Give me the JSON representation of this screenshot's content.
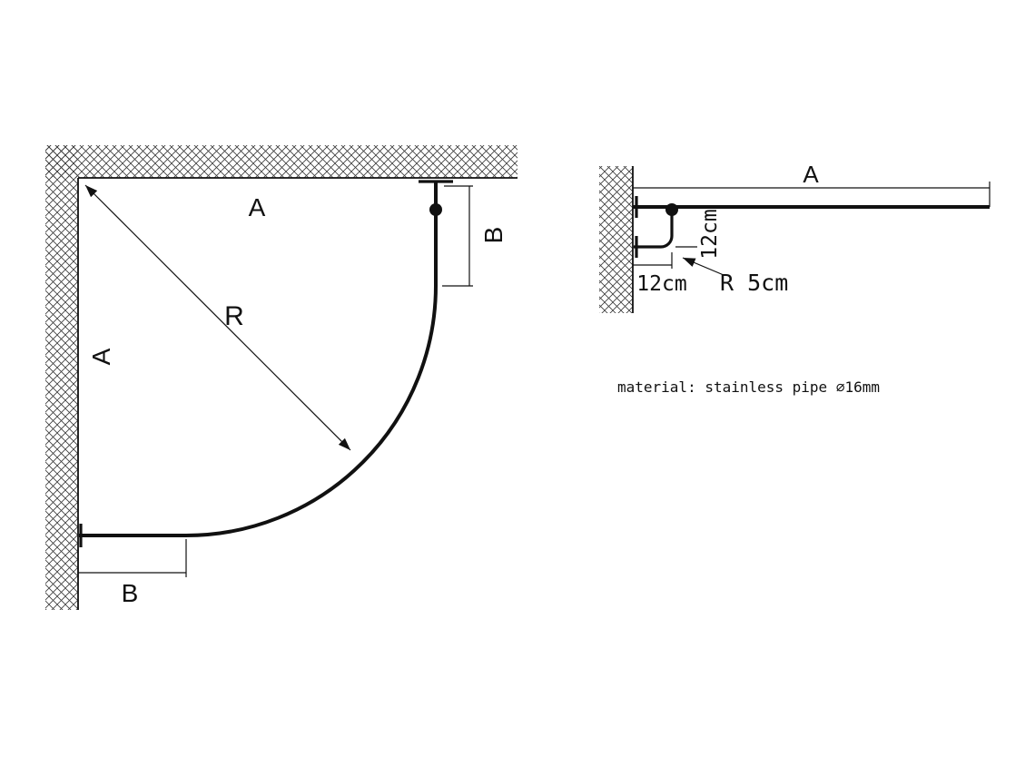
{
  "colors": {
    "line": "#111111",
    "background": "#ffffff"
  },
  "plan_view": {
    "dim_a_top": "A",
    "dim_a_left": "A",
    "radius_label": "R",
    "dim_b_right": "B",
    "dim_b_bottom": "B"
  },
  "side_view": {
    "dim_a": "A",
    "dim_12_vertical": "12cm",
    "dim_12_horizontal": "12cm",
    "radius_label": "R 5cm"
  },
  "material_note": "material: stainless pipe ⌀16mm"
}
